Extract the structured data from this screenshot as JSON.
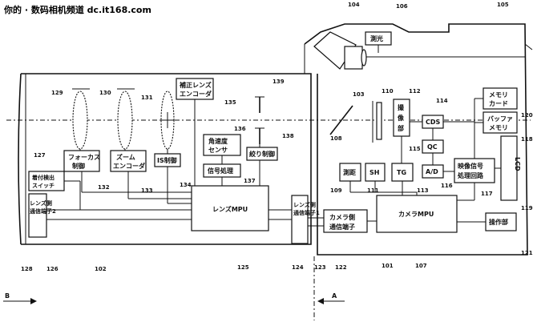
{
  "header": {
    "watermark": "你的 · 数码相机频道  dc.it168.com"
  },
  "blocks": {
    "sokko": "測光",
    "satsuzo_1": "撮",
    "satsuzo_2": "像",
    "satsuzo_3": "部",
    "cds": "CDS",
    "qc": "QC",
    "ad": "A/D",
    "memory_card_1": "メモリ",
    "memory_card_2": "カード",
    "buffer_memory_1": "バッファ",
    "buffer_memory_2": "メモリ",
    "lcd": "LCD",
    "video_signal_1": "映像信号",
    "video_signal_2": "処理回路",
    "sokkyo": "測距",
    "sh": "SH",
    "tg": "TG",
    "camera_mpu": "カメラMPU",
    "camera_comm_1": "カメラ側",
    "camera_comm_2": "通信端子",
    "operation": "操作部",
    "correction_encoder_1": "補正レンズ",
    "correction_encoder_2": "エンコーダ",
    "angular_sensor_1": "角速度",
    "angular_sensor_2": "センサ",
    "signal_processing": "信号処理",
    "aperture_control": "絞り制御",
    "focus_control_1": "フォーカス",
    "focus_control_2": "制御",
    "zoom_encoder_1": "ズーム",
    "zoom_encoder_2": "エンコーダ",
    "is_control": "IS制御",
    "lens_mpu": "レンズMPU",
    "lens_comm_1_1": "レンズ側",
    "lens_comm_1_2": "通信端子1",
    "lens_comm_2_1": "レンズ側",
    "lens_comm_2_2": "通信端子2",
    "attach_switch_1": "着付検出",
    "attach_switch_2": "スイッチ"
  },
  "refs": {
    "r101": "101",
    "r102": "102",
    "r103": "103",
    "r104": "104",
    "r105": "105",
    "r106": "106",
    "r107": "107",
    "r108": "108",
    "r109": "109",
    "r110": "110",
    "r111": "111",
    "r112": "112",
    "r113": "113",
    "r114": "114",
    "r115": "115",
    "r116": "116",
    "r117": "117",
    "r118": "118",
    "r119": "119",
    "r120": "120",
    "r121": "121",
    "r122": "122",
    "r123": "123",
    "r124": "124",
    "r125": "125",
    "r126": "126",
    "r127": "127",
    "r128": "128",
    "r129": "129",
    "r130": "130",
    "r131": "131",
    "r132": "132",
    "r133": "133",
    "r134": "134",
    "r135": "135",
    "r136": "136",
    "r137": "137",
    "r138": "138",
    "r139": "139"
  },
  "views": {
    "view_a": "A",
    "view_b": "B"
  }
}
